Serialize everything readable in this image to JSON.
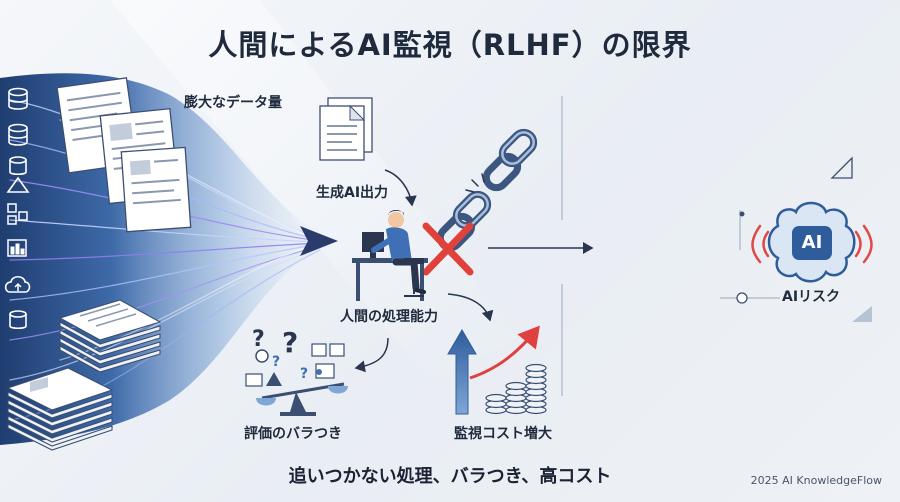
{
  "title": "人間によるAI監視（RLHF）の限界",
  "labels": {
    "massive_data": "膨大なデータ量",
    "generated_output": "生成AI出力",
    "human_capacity": "人間の処理能力",
    "evaluation_variance": "評価のバラつき",
    "monitoring_cost": "監視コスト増大",
    "ai_risk": "AIリスク"
  },
  "ai_badge": "AI",
  "bottom_caption": "追いつかない処理、バラつき、高コスト",
  "credit": "2025 AI KnowledgeFlow",
  "colors": {
    "flow_dark": "#2a4a7f",
    "flow_purple": "#8b7cf0",
    "cross_red": "#e0413a",
    "warning_red": "#e04848",
    "accent_blue": "#2f5d9b"
  }
}
